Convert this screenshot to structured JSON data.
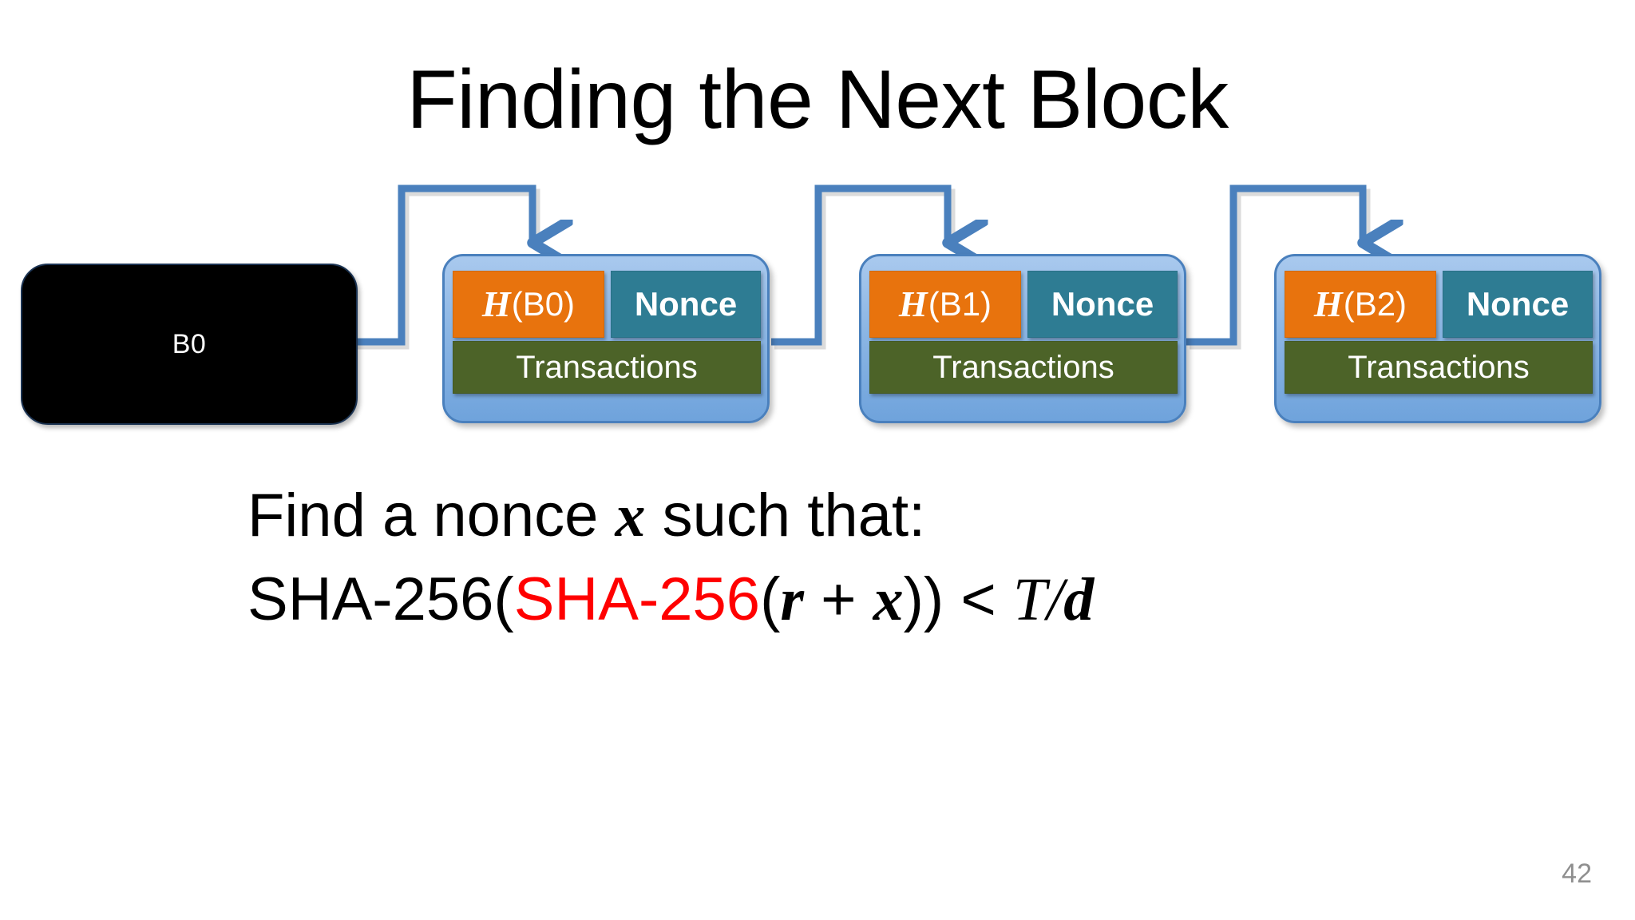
{
  "slide": {
    "title": "Finding the Next Block",
    "number": "42",
    "background_color": "#FFFFFF"
  },
  "diagram": {
    "genesis": {
      "label": "B0",
      "fill_color": "#000000",
      "text_color": "#FFFFFF"
    },
    "blocks": [
      {
        "hash_prefix": "H",
        "hash_arg": "(B0)",
        "nonce_label": "Nonce",
        "transactions_label": "Transactions"
      },
      {
        "hash_prefix": "H",
        "hash_arg": "(B1)",
        "nonce_label": "Nonce",
        "transactions_label": "Transactions"
      },
      {
        "hash_prefix": "H",
        "hash_arg": "(B2)",
        "nonce_label": "Nonce",
        "transactions_label": "Transactions"
      }
    ],
    "colors": {
      "hash_cell": "#E8730D",
      "nonce_cell": "#2E7C93",
      "transactions_cell": "#4C6328",
      "block_frame_fill": "#8CB6E4",
      "block_frame_border": "#4A80BD",
      "connector": "#4A80BD"
    }
  },
  "body": {
    "line1": {
      "before_var": "Find a nonce ",
      "variable": "x",
      "after_var": " such that:"
    },
    "equation": {
      "outer_fn": "SHA-256(",
      "inner_fn": "SHA-256",
      "open_paren": "(",
      "var_r": "r",
      "plus": " + ",
      "var_x": "x",
      "close_parens": "))",
      "operator": " < ",
      "threshold_t": "T",
      "slash": "/",
      "threshold_d": "d"
    },
    "red_color": "#FF0000"
  }
}
